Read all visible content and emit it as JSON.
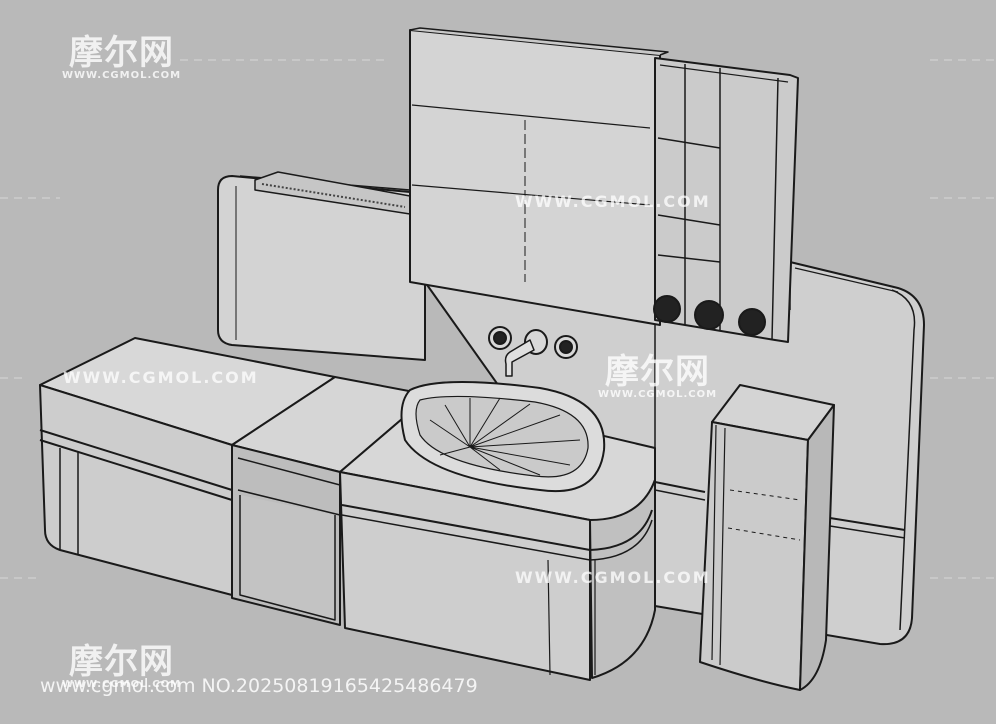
{
  "image": {
    "subject": "bathroom vanity 3D model line render",
    "background_color": "#b9b9b9",
    "surface_color": "#d2d2d2",
    "line_color": "#1a1a1a"
  },
  "watermarks": {
    "site_text": "WWW.CGMOL.COM",
    "logo_cn": "摩尔网",
    "logo_en": "WWW.CGMOL.COM"
  },
  "footer": {
    "label": "www.cgmol.com NO.20250819165425486479"
  }
}
